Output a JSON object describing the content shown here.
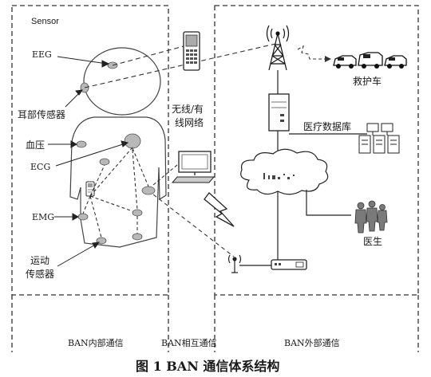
{
  "zones": {
    "inner": {
      "top_label": "Sensor",
      "bottom_label": "BAN内部通信"
    },
    "middle": {
      "label_line1": "无线/有",
      "label_line2": "线网络",
      "bottom_label": "BAN相互通信"
    },
    "outer": {
      "bottom_label": "BAN外部通信"
    }
  },
  "sensors": {
    "eeg": "EEG",
    "ear": "耳部传感器",
    "bp": "血压",
    "ecg": "ECG",
    "emg": "EMG",
    "motion_line1": "运动",
    "motion_line2": "传感器"
  },
  "nodes": {
    "ambulance": "救护车",
    "database": "医疗数据库",
    "doctor": "医生"
  },
  "caption": "图 1 BAN 通信体系结构"
}
